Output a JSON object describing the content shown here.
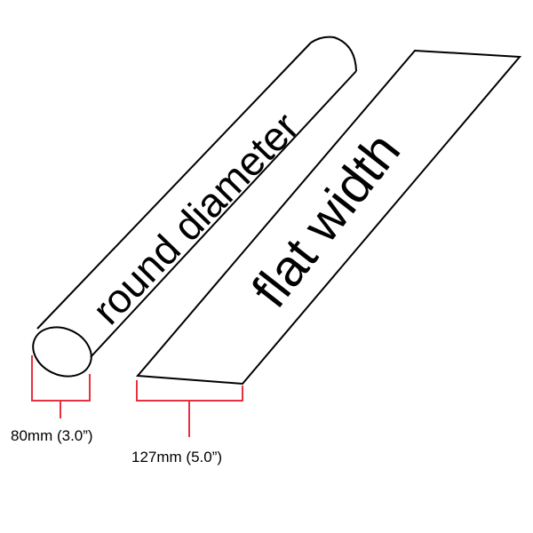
{
  "diagram": {
    "round": {
      "label": "round diameter",
      "dimension": "80mm (3.0”)"
    },
    "flat": {
      "label": "flat width",
      "dimension": "127mm (5.0”)"
    }
  },
  "colors": {
    "outline": "#000000",
    "dimension_line": "#e8303f",
    "background": "#ffffff"
  }
}
